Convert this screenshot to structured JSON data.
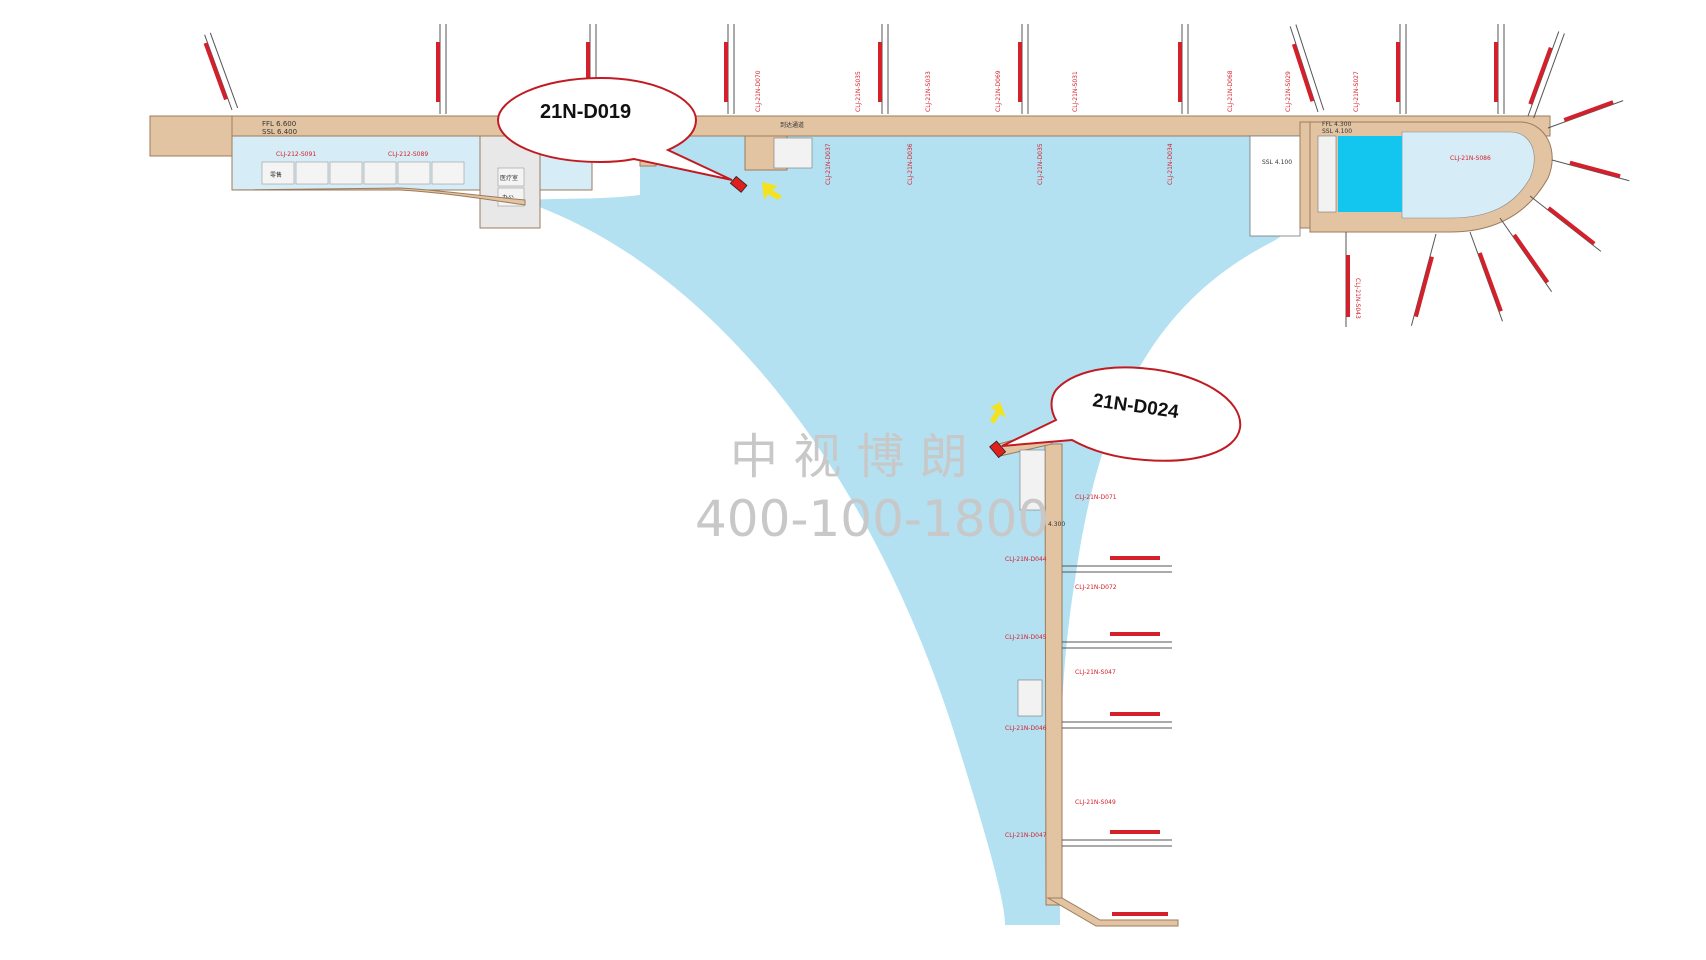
{
  "callouts": [
    {
      "label": "21N-D019"
    },
    {
      "label": "21N-D024"
    }
  ],
  "watermark": {
    "name": "中 视 博 朗",
    "phone": "400-100-1800"
  },
  "level_labels": {
    "left_ffl": "FFL  6.600",
    "left_ssl": "SSL  6.400",
    "right_ffl": "FFL  4.300",
    "right_ssl": "SSL  4.100",
    "mid_ssl": "SSL  4.100",
    "pier_level": "4.300"
  },
  "room_labels": {
    "retail": "零售",
    "medical": "医疗室",
    "office": "办公",
    "walkway": "到达通道"
  },
  "ad_codes": {
    "top": [
      "CLJ-21N-D070",
      "CLJ-21N-S035",
      "CLJ-21N-S033",
      "CLJ-21N-D069",
      "CLJ-21N-S031",
      "CLJ-21N-D068",
      "CLJ-21N-S029",
      "CLJ-21N-S027"
    ],
    "corridor": [
      "CLJ-21N-D037",
      "CLJ-21N-D036",
      "CLJ-21N-D035",
      "CLJ-21N-D034"
    ],
    "left": [
      "CLJ-212-S091",
      "CLJ-212-S089"
    ],
    "pier_left": [
      "CLJ-21N-D044",
      "CLJ-21N-D045",
      "CLJ-21N-D046",
      "CLJ-21N-D047"
    ],
    "pier_right": [
      "CLJ-21N-D071",
      "CLJ-21N-D072",
      "CLJ-21N-S047",
      "CLJ-21N-S049"
    ],
    "right_hub": "CLJ-21N-S086",
    "right_lower": "CLJ-21N-S043"
  },
  "colors": {
    "corridor": "#e2c4a2",
    "corridor_edge": "#9c7b5c",
    "water": "#b3e1f2",
    "highlight": "#12c6ef",
    "jetbridge": "#d4202a",
    "marker": "#e0201e",
    "arrow": "#f4e21c"
  }
}
